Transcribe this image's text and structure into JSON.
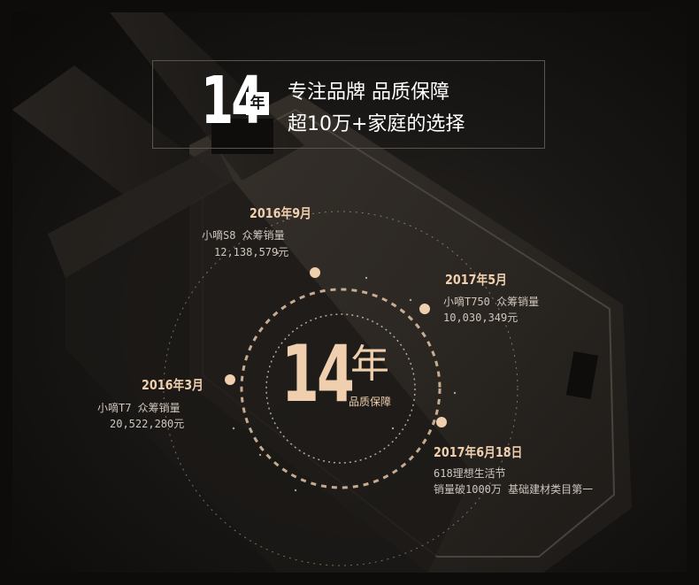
{
  "header": {
    "years_number": "14",
    "years_unit": "年",
    "line1": "专注品牌 品质保障",
    "line2": "超10万+家庭的选择"
  },
  "center": {
    "number": "14",
    "unit": "年",
    "subtitle": "品质保障"
  },
  "milestones": [
    {
      "date": "2016年9月",
      "line1": "小嘀S8 众筹销量",
      "line2": "12,138,579元"
    },
    {
      "date": "2017年5月",
      "line1": "小嘀T750 众筹销量",
      "line2": "10,030,349元"
    },
    {
      "date": "2016年3月",
      "line1": "小嘀T7 众筹销量",
      "line2": "20,522,280元"
    },
    {
      "date": "2017年6月18日",
      "line1": "618理想生活节",
      "line2": "销量破1000万 基础建材类目第一"
    }
  ],
  "colors": {
    "accent": "#f0cfae",
    "text": "#ffffff",
    "muted": "#cfc6bc",
    "background": "#0d0c0b"
  }
}
